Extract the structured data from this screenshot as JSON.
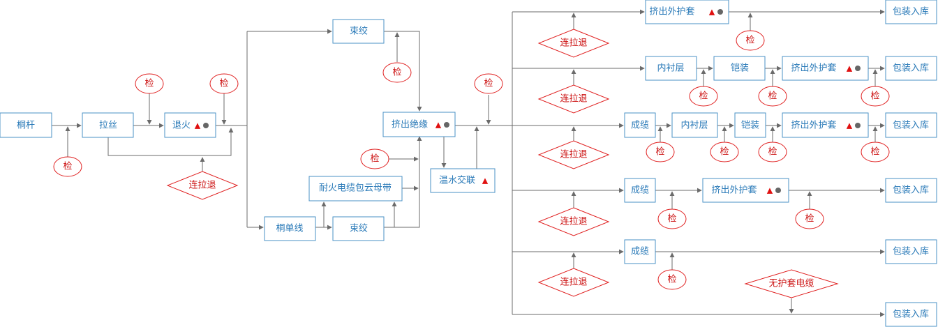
{
  "colors": {
    "box_border": "#4a90c6",
    "box_text": "#2a7ab8",
    "check_red": "#e02020",
    "line": "#6b6b6b",
    "triangle": "#e01010",
    "dot": "#666666"
  },
  "marks": {
    "triangle_glyph": "▲",
    "dot_glyph": "●"
  },
  "nodes": {
    "copper_rod": "桐杆",
    "wire_drawing": "拉丝",
    "annealing": "退火",
    "bunching_1": "束绞",
    "copper_single": "桐单线",
    "bunching_2": "束绞",
    "mica_tape": "耐火电缆包云母带",
    "insulation_extrusion": "挤出绝缘",
    "warm_water_crosslink": "温水交联",
    "sheath_r1": "挤出外护套",
    "pack_r1": "包装入库",
    "inner_r2": "内衬层",
    "armor_r2": "铠装",
    "sheath_r2": "挤出外护套",
    "pack_r2": "包装入库",
    "cabling_r3": "成缆",
    "inner_r3": "内衬层",
    "armor_r3": "铠装",
    "sheath_r3": "挤出外护套",
    "pack_r3": "包装入库",
    "cabling_r4": "成缆",
    "sheath_r4": "挤出外护套",
    "pack_r4": "包装入库",
    "cabling_r5": "成缆",
    "pack_r5": "包装入库",
    "pack_r6": "包装入库"
  },
  "check_label": "检",
  "continuous_exit_label": "连拉退",
  "no_sheath_cable_label": "无护套电缆"
}
